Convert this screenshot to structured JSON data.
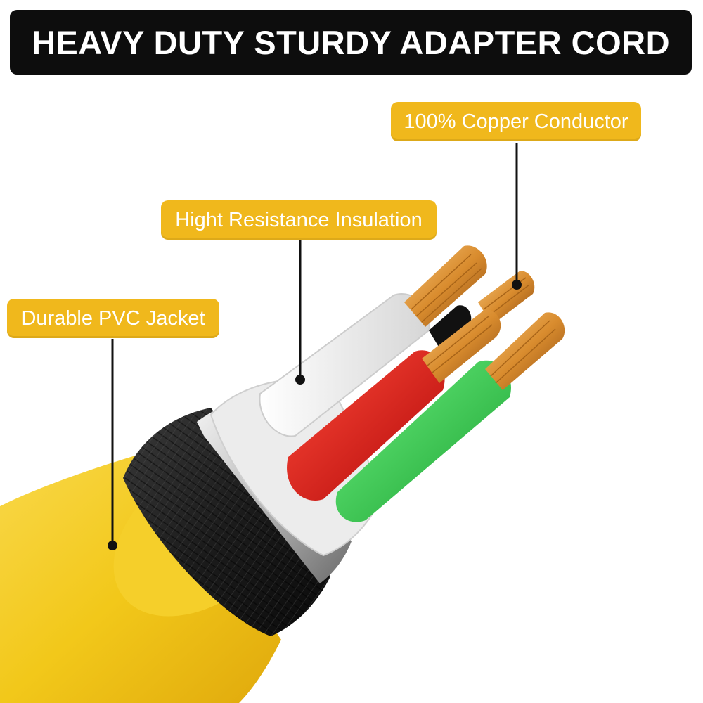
{
  "title": "HEAVY DUTY STURDY ADAPTER CORD",
  "callouts": {
    "copper": "100% Copper Conductor",
    "insulation": "Hight Resistance Insulation",
    "jacket": "Durable PVC Jacket"
  },
  "colors": {
    "banner_background": "#0d0d0d",
    "callout_background": "#f0b81c",
    "jacket_yellow": "#f2c81a",
    "shield_black": "#1c1c1c",
    "insulation_white": "#f2f2f2",
    "wire_red": "#e01010",
    "wire_green": "#2fd04a",
    "copper": "#d98c2e"
  }
}
